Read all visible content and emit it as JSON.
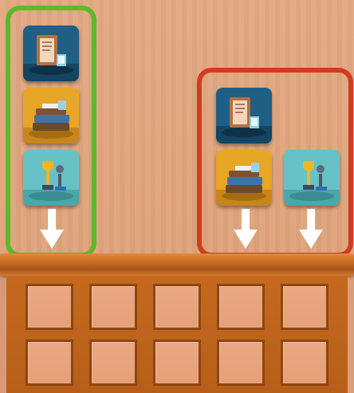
{
  "scene": {
    "colors": {
      "left_group_border": "#5fb82a",
      "right_group_border": "#d13c20",
      "arrow": "#ffffff"
    },
    "left_group": {
      "cards": [
        {
          "icon": "framed-certificate-icon",
          "bg": "#1f5f86"
        },
        {
          "icon": "stacked-books-icon",
          "bg": "#e7a626"
        },
        {
          "icon": "trophy-desk-icon",
          "bg": "#66c2c6"
        }
      ],
      "arrows": 1
    },
    "right_group": {
      "cards": [
        {
          "icon": "framed-certificate-icon",
          "bg": "#1f5f86"
        },
        {
          "icon": "stacked-books-icon",
          "bg": "#e7a626"
        },
        {
          "icon": "trophy-desk-icon",
          "bg": "#66c2c6"
        }
      ],
      "arrows": 2
    },
    "cabinet": {
      "rows": 2,
      "columns": 5
    }
  }
}
